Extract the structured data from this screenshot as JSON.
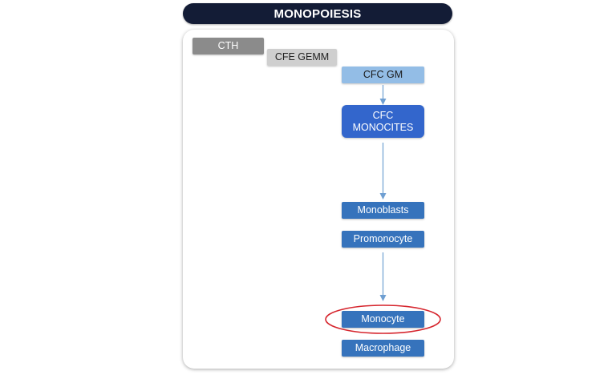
{
  "title": "MONOPOIESIS",
  "colors": {
    "title_bg": "#131c36",
    "gray_dark": "#8b8b8b",
    "gray_light": "#cfcfcf",
    "blue_light": "#93bde6",
    "blue_bright": "#3366cc",
    "blue_mid": "#3673bc",
    "arrow": "#6f9fd2",
    "highlight": "#d6262e"
  },
  "nodes": {
    "cth": "CTH",
    "cfe_gemm": "CFE GEMM",
    "cfc_gm": "CFC GM",
    "cfc_monocites": "CFC\nMONOCITES",
    "monoblasts": "Monoblasts",
    "promonocyte": "Promonocyte",
    "monocyte": "Monocyte",
    "macrophage": "Macrophage"
  },
  "highlighted_node": "Monocyte"
}
